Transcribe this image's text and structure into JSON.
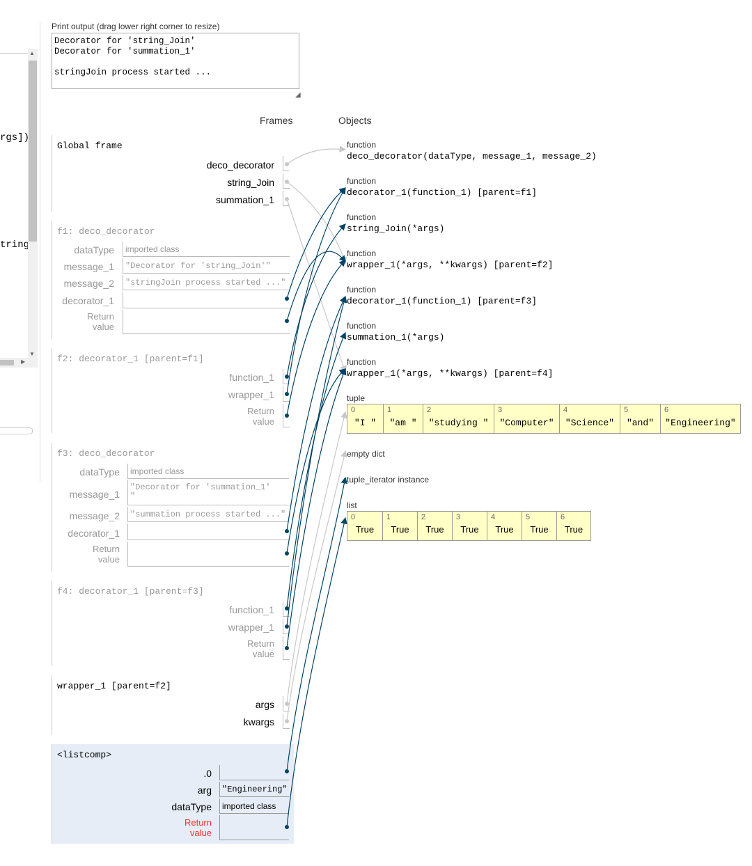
{
  "left_panel": {
    "fragment_1": "rgs])",
    "fragment_2": "tring"
  },
  "print_output": {
    "label": "Print output (drag lower right corner to resize)",
    "lines": [
      "Decorator for 'string_Join'",
      "Decorator for 'summation_1'",
      "",
      "stringJoin process started ..."
    ]
  },
  "headers": {
    "frames": "Frames",
    "objects": "Objects"
  },
  "frames": {
    "global": {
      "title": "Global frame",
      "vars": [
        "deco_decorator",
        "string_Join",
        "summation_1"
      ]
    },
    "f1": {
      "title": "f1: deco_decorator",
      "dataType_label": "dataType",
      "dataType_value": "imported class",
      "message_1_label": "message_1",
      "message_1_value": "\"Decorator for 'string_Join'\"",
      "message_2_label": "message_2",
      "message_2_value": "\"stringJoin process started ...\"",
      "decorator_1_label": "decorator_1",
      "return_label_1": "Return",
      "return_label_2": "value"
    },
    "f2": {
      "title": "f2: decorator_1 [parent=f1]",
      "function_1_label": "function_1",
      "wrapper_1_label": "wrapper_1",
      "return_label_1": "Return",
      "return_label_2": "value"
    },
    "f3": {
      "title": "f3: deco_decorator",
      "dataType_label": "dataType",
      "dataType_value": "imported class",
      "message_1_label": "message_1",
      "message_1_value_1": "\"Decorator for 'summation_1'",
      "message_1_value_2": "\"",
      "message_2_label": "message_2",
      "message_2_value": "\"summation process started ...\"",
      "decorator_1_label": "decorator_1",
      "return_label_1": "Return",
      "return_label_2": "value"
    },
    "f4": {
      "title": "f4: decorator_1 [parent=f3]",
      "function_1_label": "function_1",
      "wrapper_1_label": "wrapper_1",
      "return_label_1": "Return",
      "return_label_2": "value"
    },
    "wrapper": {
      "title": "wrapper_1 [parent=f2]",
      "args_label": "args",
      "kwargs_label": "kwargs"
    },
    "listcomp": {
      "title": "<listcomp>",
      "dot0_label": ".0",
      "arg_label": "arg",
      "arg_value": "\"Engineering\"",
      "dataType_label": "dataType",
      "dataType_value": "imported class",
      "return_label_1": "Return",
      "return_label_2": "value"
    }
  },
  "objects": {
    "fn1": {
      "type": "function",
      "sig": "deco_decorator(dataType, message_1, message_2)"
    },
    "fn2": {
      "type": "function",
      "sig": "decorator_1(function_1) [parent=f1]"
    },
    "fn3": {
      "type": "function",
      "sig": "string_Join(*args)"
    },
    "fn4": {
      "type": "function",
      "sig": "wrapper_1(*args, **kwargs) [parent=f2]"
    },
    "fn5": {
      "type": "function",
      "sig": "decorator_1(function_1) [parent=f3]"
    },
    "fn6": {
      "type": "function",
      "sig": "summation_1(*args)"
    },
    "fn7": {
      "type": "function",
      "sig": "wrapper_1(*args, **kwargs) [parent=f4]"
    },
    "tuple": {
      "type": "tuple",
      "items": [
        {
          "i": "0",
          "v": "\"I \""
        },
        {
          "i": "1",
          "v": "\"am \""
        },
        {
          "i": "2",
          "v": "\"studying \""
        },
        {
          "i": "3",
          "v": "\"Computer\""
        },
        {
          "i": "4",
          "v": "\"Science\""
        },
        {
          "i": "5",
          "v": "\"and\""
        },
        {
          "i": "6",
          "v": "\"Engineering\""
        }
      ]
    },
    "dict": {
      "type": "empty dict"
    },
    "iter": {
      "type": "tuple_iterator instance"
    },
    "list": {
      "type": "list",
      "items": [
        {
          "i": "0",
          "v": "True"
        },
        {
          "i": "1",
          "v": "True"
        },
        {
          "i": "2",
          "v": "True"
        },
        {
          "i": "3",
          "v": "True"
        },
        {
          "i": "4",
          "v": "True"
        },
        {
          "i": "5",
          "v": "True"
        },
        {
          "i": "6",
          "v": "True"
        }
      ]
    }
  },
  "colors": {
    "pointer": "#004466",
    "pointer_inactive": "#c8c8c8",
    "sequence_bg": "#ffffc6",
    "active_frame_bg": "#e6edf6"
  }
}
